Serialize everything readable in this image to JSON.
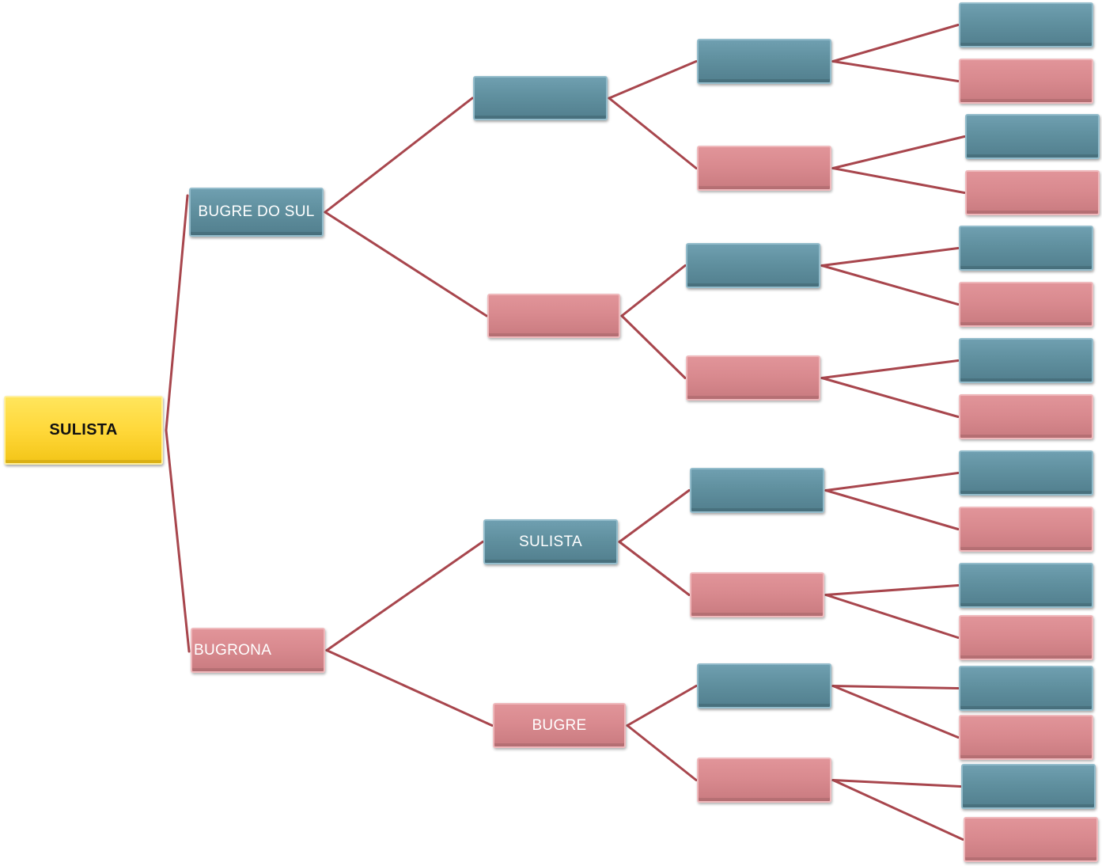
{
  "tree": {
    "root": {
      "label": "SULISTA",
      "color": "yellow"
    },
    "branches": [
      {
        "label": "BUGRE DO SUL",
        "color": "blue",
        "children": [
          {
            "label": "",
            "color": "blue",
            "children": [
              {
                "label": "",
                "color": "blue",
                "children": [
                  {
                    "label": "",
                    "color": "blue"
                  },
                  {
                    "label": "",
                    "color": "red"
                  }
                ]
              },
              {
                "label": "",
                "color": "red",
                "children": [
                  {
                    "label": "",
                    "color": "blue"
                  },
                  {
                    "label": "",
                    "color": "red"
                  }
                ]
              }
            ]
          },
          {
            "label": "",
            "color": "red",
            "children": [
              {
                "label": "",
                "color": "blue",
                "children": [
                  {
                    "label": "",
                    "color": "blue"
                  },
                  {
                    "label": "",
                    "color": "red"
                  }
                ]
              },
              {
                "label": "",
                "color": "red",
                "children": [
                  {
                    "label": "",
                    "color": "blue"
                  },
                  {
                    "label": "",
                    "color": "red"
                  }
                ]
              }
            ]
          }
        ]
      },
      {
        "label": "BUGRONA",
        "color": "red",
        "children": [
          {
            "label": "SULISTA",
            "color": "blue",
            "children": [
              {
                "label": "",
                "color": "blue",
                "children": [
                  {
                    "label": "",
                    "color": "blue"
                  },
                  {
                    "label": "",
                    "color": "red"
                  }
                ]
              },
              {
                "label": "",
                "color": "red",
                "children": [
                  {
                    "label": "",
                    "color": "blue"
                  },
                  {
                    "label": "",
                    "color": "red"
                  }
                ]
              }
            ]
          },
          {
            "label": "BUGRE",
            "color": "red",
            "children": [
              {
                "label": "",
                "color": "blue",
                "children": [
                  {
                    "label": "",
                    "color": "blue"
                  },
                  {
                    "label": "",
                    "color": "red"
                  }
                ]
              },
              {
                "label": "",
                "color": "red",
                "children": [
                  {
                    "label": "",
                    "color": "blue"
                  },
                  {
                    "label": "",
                    "color": "red"
                  }
                ]
              }
            ]
          }
        ]
      }
    ]
  },
  "colors": {
    "blue": "#60909f",
    "red": "#d98a8f",
    "yellow": "#ffd83a",
    "connector": "#a8464d"
  }
}
